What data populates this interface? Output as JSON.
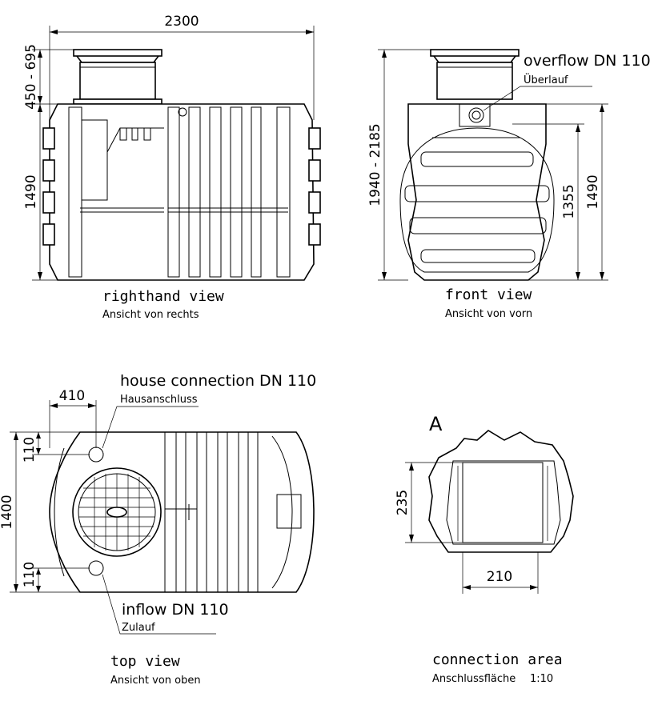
{
  "dimensions": {
    "overall_length": "2300",
    "dome_height": "450 - 695",
    "tank_height": "1490",
    "front_total_height": "1940 - 2185",
    "front_inner_height": "1355",
    "front_tank_height": "1490",
    "top_offset": "410",
    "top_width": "1400",
    "top_pipe_upper": "110",
    "top_pipe_lower": "110",
    "conn_height": "235",
    "conn_width": "210"
  },
  "callouts": {
    "overflow": "overflow DN  110",
    "overflow_de": "Überlauf",
    "house": "house connection DN 110",
    "house_de": "Hausanschluss",
    "inflow": "inflow DN 110",
    "inflow_de": "Zulauf"
  },
  "views": {
    "right": {
      "title": "righthand view",
      "subtitle": "Ansicht von rechts"
    },
    "front": {
      "title": "front view",
      "subtitle": "Ansicht von vorn"
    },
    "top": {
      "title": "top view",
      "subtitle": "Ansicht von oben"
    },
    "connection": {
      "title": "connection area",
      "subtitle": "Anschlussfläche",
      "scale": "1:10",
      "marker": "A"
    }
  }
}
